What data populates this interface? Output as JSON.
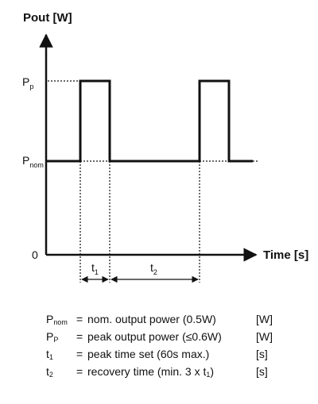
{
  "diagram": {
    "y_axis_title": "Pout [W]",
    "x_axis_title": "Time [s]",
    "level_peak": {
      "main": "P",
      "sub": "p"
    },
    "level_nominal": {
      "main": "P",
      "sub": "nom"
    },
    "level_zero": "0",
    "interval_1": {
      "main": "t",
      "sub": "1"
    },
    "interval_2": {
      "main": "t",
      "sub": "2"
    }
  },
  "legend": [
    {
      "main": "P",
      "sub": "nom",
      "eq": "=",
      "desc": "nom. output power (0.5W)",
      "unit": "[W]"
    },
    {
      "main": "P",
      "sub": "P",
      "eq": "=",
      "desc": "peak output power (≤0.6W)",
      "unit": "[W]"
    },
    {
      "main": "t",
      "sub": "1",
      "eq": "=",
      "desc": "peak time set (60s max.)",
      "unit": "[s]"
    },
    {
      "main": "t",
      "sub": "2",
      "eq": "=",
      "desc_pre": "recovery time (min. 3 x t",
      "desc_sub": "1",
      "desc_post": ")",
      "unit": "[s]"
    }
  ]
}
